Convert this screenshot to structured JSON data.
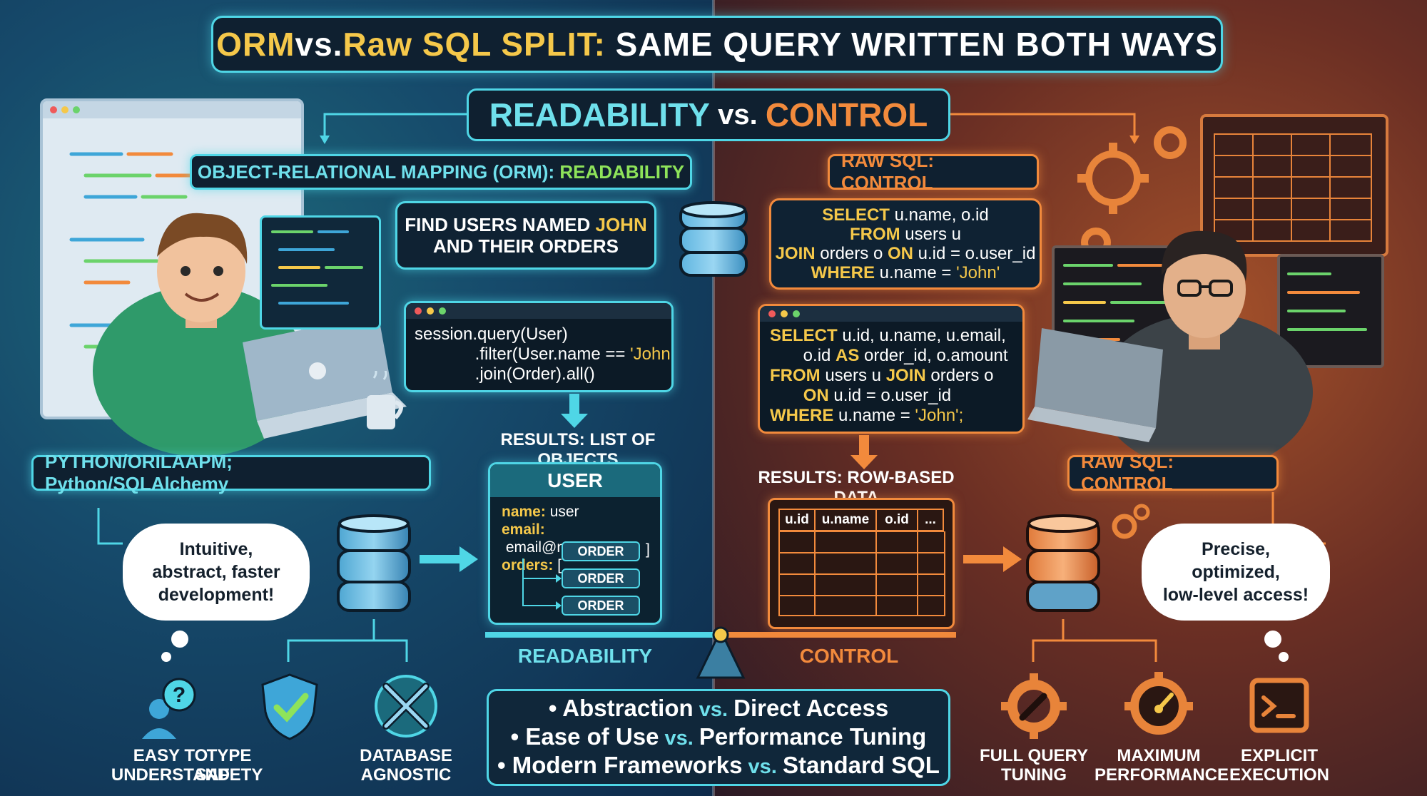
{
  "header": {
    "title_orm": "ORM",
    "title_vs1": " vs. ",
    "title_raw": "Raw SQL SPLIT:",
    "title_rest": " SAME QUERY WRITTEN BOTH WAYS",
    "sub_left": "READABILITY",
    "sub_vs": " vs. ",
    "sub_right": "CONTROL"
  },
  "left": {
    "label_main": "OBJECT-RELATIONAL MAPPING (ORM): ",
    "label_highlight": "READABILITY",
    "task_line1_a": "FIND USERS NAMED ",
    "task_line1_b": "JOHN",
    "task_line2": "AND THEIR ORDERS",
    "orm_code": [
      "session.query(User)",
      "    .filter(User.name == ",
      "'John')",
      "    .join(Order).all()"
    ],
    "results_label": "RESULTS: LIST OF OBJECTS",
    "stack_label": "PYTHON/ORILAAPM; Python/SQLAlchemy",
    "object_title": "USER",
    "object_fields": [
      {
        "key": "name:",
        "value": " user"
      },
      {
        "key": "email:",
        "value": " email@nst.com"
      },
      {
        "key": "orders:",
        "value": " ["
      }
    ],
    "order_items": [
      "ORDER",
      "ORDER",
      "ORDER"
    ],
    "bracket_close": "]",
    "bubble": [
      "Intuitive,",
      "abstract, faster",
      "development!"
    ],
    "scale_label": "READABILITY",
    "features": [
      {
        "icon": "question-person-icon",
        "label": [
          "EASY TO",
          "UNDERSTAND"
        ]
      },
      {
        "icon": "shield-check-icon",
        "label": [
          "TYPE",
          "SAFETY"
        ]
      },
      {
        "icon": "wrench-cross-icon",
        "label": [
          "DATABASE",
          "AGNOSTIC"
        ]
      }
    ]
  },
  "right": {
    "label_top": "RAW SQL: CONTROL",
    "sql_simple": [
      {
        "kw": "SELECT",
        "text": " u.name, o.id"
      },
      {
        "kw": "FROM",
        "text": " users u"
      },
      {
        "kw": "JOIN",
        "text": " orders o ",
        "kw2": "ON",
        "text2": " u.id = o.user_id"
      },
      {
        "kw": "WHERE",
        "text": " u.name = ",
        "str": "'John'"
      }
    ],
    "sql_full": [
      {
        "kw": "SELECT",
        "text": " u.id, u.name, u.email,"
      },
      {
        "kw": "",
        "text": "       o.id ",
        "kw2": "AS",
        "text2": " order_id, o.amount"
      },
      {
        "kw": "FROM",
        "text": " users u ",
        "kw2": "JOIN",
        "text2": " orders o"
      },
      {
        "kw": "",
        "text": "       ",
        "kw2": "ON",
        "text2": " u.id = o.user_id"
      },
      {
        "kw": "WHERE",
        "text": " u.name = ",
        "str": "'John';"
      }
    ],
    "results_label": "RESULTS: ROW-BASED DATA",
    "table_headers": [
      "u.id",
      "u.name",
      "o.id",
      "..."
    ],
    "label_mid": "RAW SQL: CONTROL",
    "bubble": [
      "Precise,",
      "optimized,",
      "low-level access!"
    ],
    "scale_label": "CONTROL",
    "features": [
      {
        "icon": "gear-wrench-icon",
        "label": [
          "FULL QUERY",
          "TUNING"
        ]
      },
      {
        "icon": "speedometer-gear-icon",
        "label": [
          "MAXIMUM",
          "PERFORMANCE"
        ]
      },
      {
        "icon": "terminal-icon",
        "label": [
          "EXPLICIT",
          "EXECUTION"
        ]
      }
    ]
  },
  "comparison": [
    {
      "a": "• Abstraction",
      "vs": " vs. ",
      "b": "Direct Access"
    },
    {
      "a": "• Ease of Use",
      "vs": " vs. ",
      "b": "Performance Tuning"
    },
    {
      "a": "• Modern Frameworks",
      "vs": " vs. ",
      "b": "Standard SQL"
    }
  ],
  "colors": {
    "teal": "#4fd6e6",
    "orange": "#f28a3c",
    "yellow": "#f5c84a",
    "green": "#8ee35a"
  }
}
